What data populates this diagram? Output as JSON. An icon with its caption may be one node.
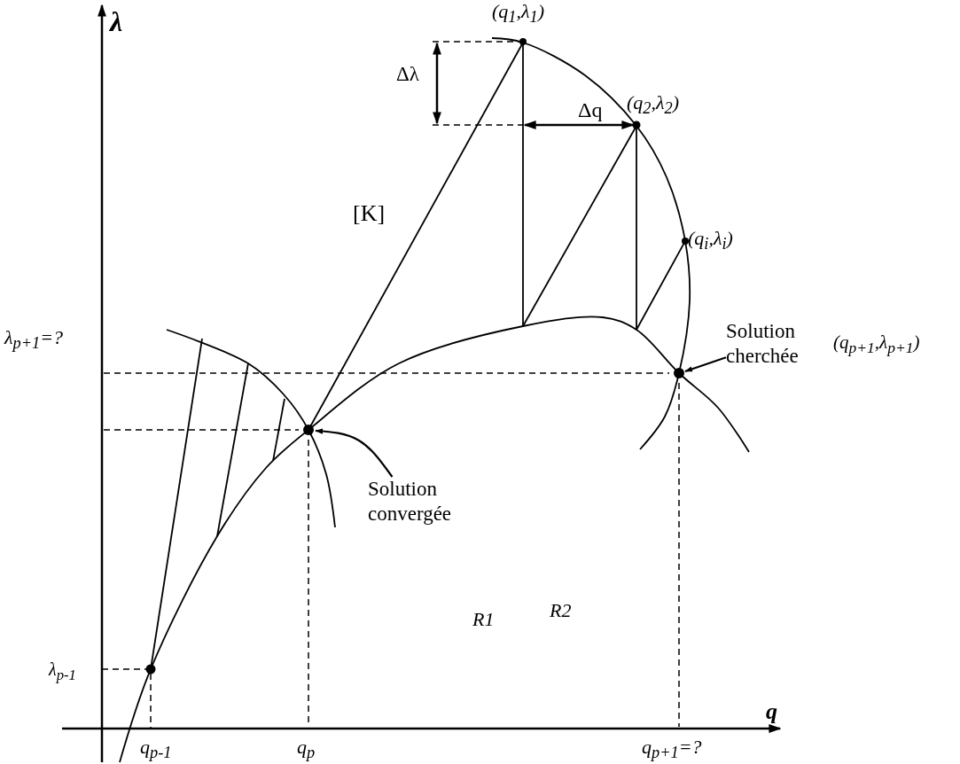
{
  "diagram": {
    "nodes": [
      {
        "text": [
          "Solution convergée"
        ]
      },
      {
        "text": [
          "Solution cherchée"
        ]
      }
    ],
    "edges": [
      {
        "from": 0,
        "to": null,
        "arrow": "to"
      },
      {
        "from": 1,
        "to": null,
        "arrow": "to"
      }
    ],
    "labels": [
      "λ",
      "(q$_{1}$,λ$_{1}$)",
      "Δλ",
      "(q$_{2}$,λ$_{2}$)",
      "Δq",
      "[K]",
      "(q$_{i}$,λ$_{i}$)",
      "λ$_{p+1}$=?",
      "(q$_{p+1}$,λ$_{p+1}$)",
      "R1",
      "R2",
      "λ$_{p-1}$",
      "q",
      "q$_{p-1}$",
      "q$_{p}$",
      "q$_{p+1}$=?"
    ]
  }
}
